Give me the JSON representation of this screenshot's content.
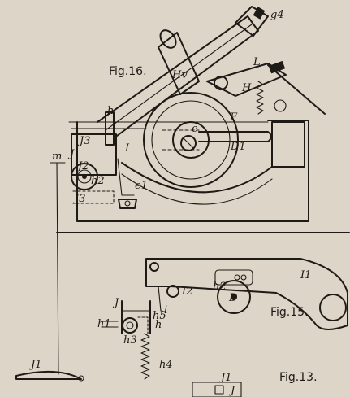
{
  "figures": {
    "fig16": "Fig.16.",
    "fig15": "Fig.15.",
    "fig13": "Fig.13."
  },
  "labels": {
    "g4": "g4",
    "Hv": "Hv",
    "L": "L",
    "H": "H",
    "F": "F",
    "e": "e",
    "D1": "D1",
    "h_top": "h",
    "m": "m",
    "J3_top": "J3",
    "J_left": "J",
    "I_fig16": "I",
    "J2": "J2",
    "h2_fig16": "h2",
    "e1": "e1",
    "J3_bot": "J3",
    "I1": "I1",
    "h2_fig15": "h2",
    "D": "D",
    "I2": "I2",
    "i": "i",
    "J_fig15": "J",
    "h1": "h1",
    "h3": "h3",
    "h5": "h5",
    "h_fig15": "h",
    "h4": "h4",
    "J1_bottom": "J1",
    "J1_fig13": "J1",
    "J_fig13": "J"
  }
}
